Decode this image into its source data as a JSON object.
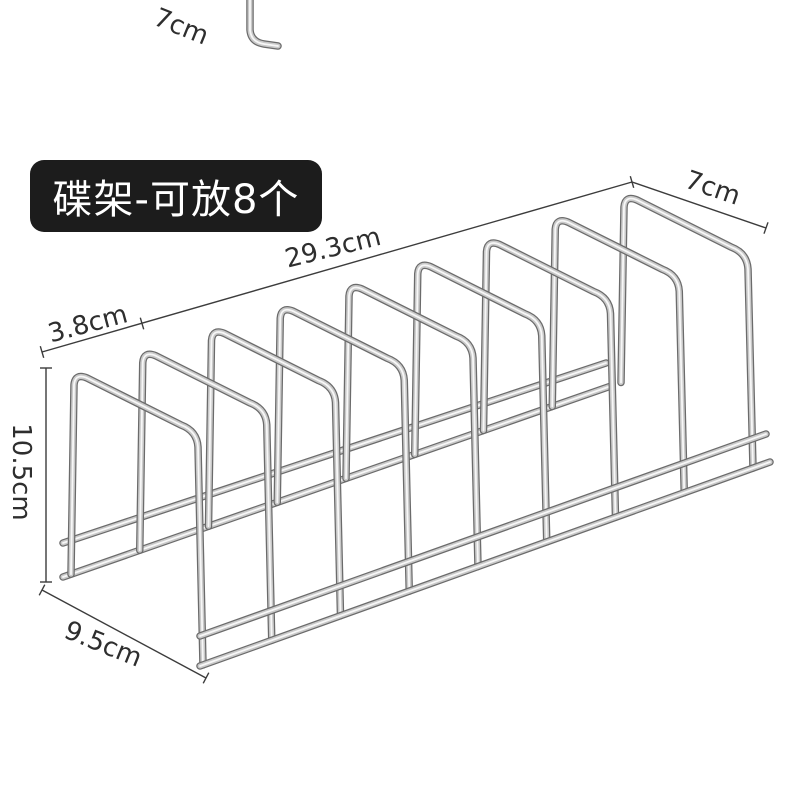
{
  "label": {
    "text": "碟架-可放8个"
  },
  "dimensions": {
    "length": "29.3cm",
    "depth_top": "7cm",
    "slot_gap": "3.8cm",
    "height": "10.5cm",
    "base_depth": "9.5cm",
    "cropped_top": "7cm"
  },
  "colors": {
    "background": "#ffffff",
    "label_bg": "#1c1c1c",
    "label_text": "#ffffff",
    "dimension_text": "#2e2e2e",
    "dimension_line": "#3c3c3c",
    "wire_shadow": "#6b6b6b",
    "wire_mid": "#c9c9c9",
    "wire_highlight": "#f7f7f7"
  }
}
